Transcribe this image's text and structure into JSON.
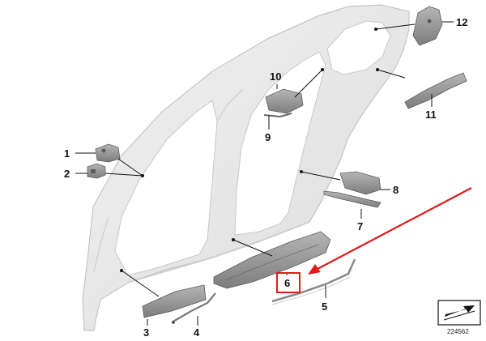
{
  "callouts": [
    {
      "id": "c1",
      "text": "1"
    },
    {
      "id": "c2",
      "text": "2"
    },
    {
      "id": "c3",
      "text": "3"
    },
    {
      "id": "c4",
      "text": "4"
    },
    {
      "id": "c5",
      "text": "5"
    },
    {
      "id": "c6",
      "text": "6",
      "highlighted": true
    },
    {
      "id": "c7",
      "text": "7"
    },
    {
      "id": "c8",
      "text": "8"
    },
    {
      "id": "c9",
      "text": "9"
    },
    {
      "id": "c10",
      "text": "10"
    },
    {
      "id": "c11",
      "text": "11"
    },
    {
      "id": "c12",
      "text": "12"
    }
  ],
  "reference_number": "224562",
  "colors": {
    "body": "#e9e9e9",
    "body_edge": "#bdbdbd",
    "part": "#9a9a9a",
    "part_dark": "#5c5c5c",
    "leader": "#111111",
    "highlight": "#e01b1b"
  },
  "icons": [
    "catalog-arrow-icon"
  ]
}
